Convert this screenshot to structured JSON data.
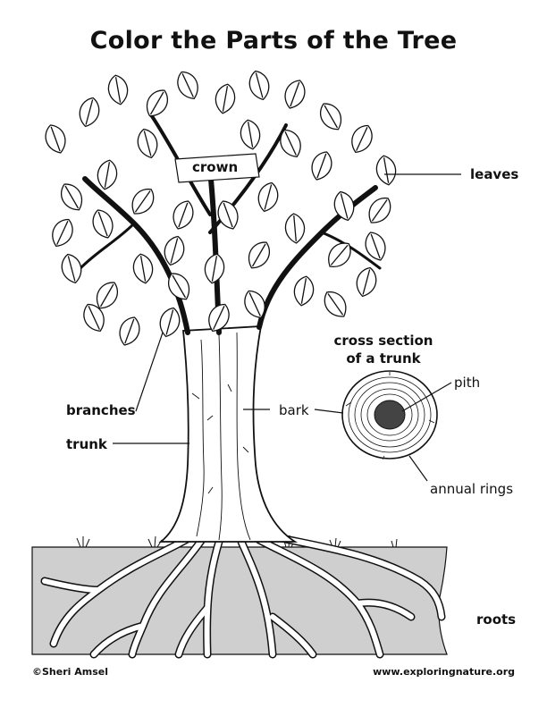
{
  "title": "Color the Parts of the Tree",
  "labels": {
    "crown": "crown",
    "leaves": "leaves",
    "cross_section": "cross section of a trunk",
    "pith": "pith",
    "branches": "branches",
    "bark": "bark",
    "trunk": "trunk",
    "annual_rings": "annual rings",
    "roots": "roots"
  },
  "footer": {
    "copyright": "©Sheri Amsel",
    "website": "www.exploringnature.org"
  },
  "colors": {
    "line": "#111111",
    "soil": "#cfcfcf",
    "pith": "#444444"
  }
}
